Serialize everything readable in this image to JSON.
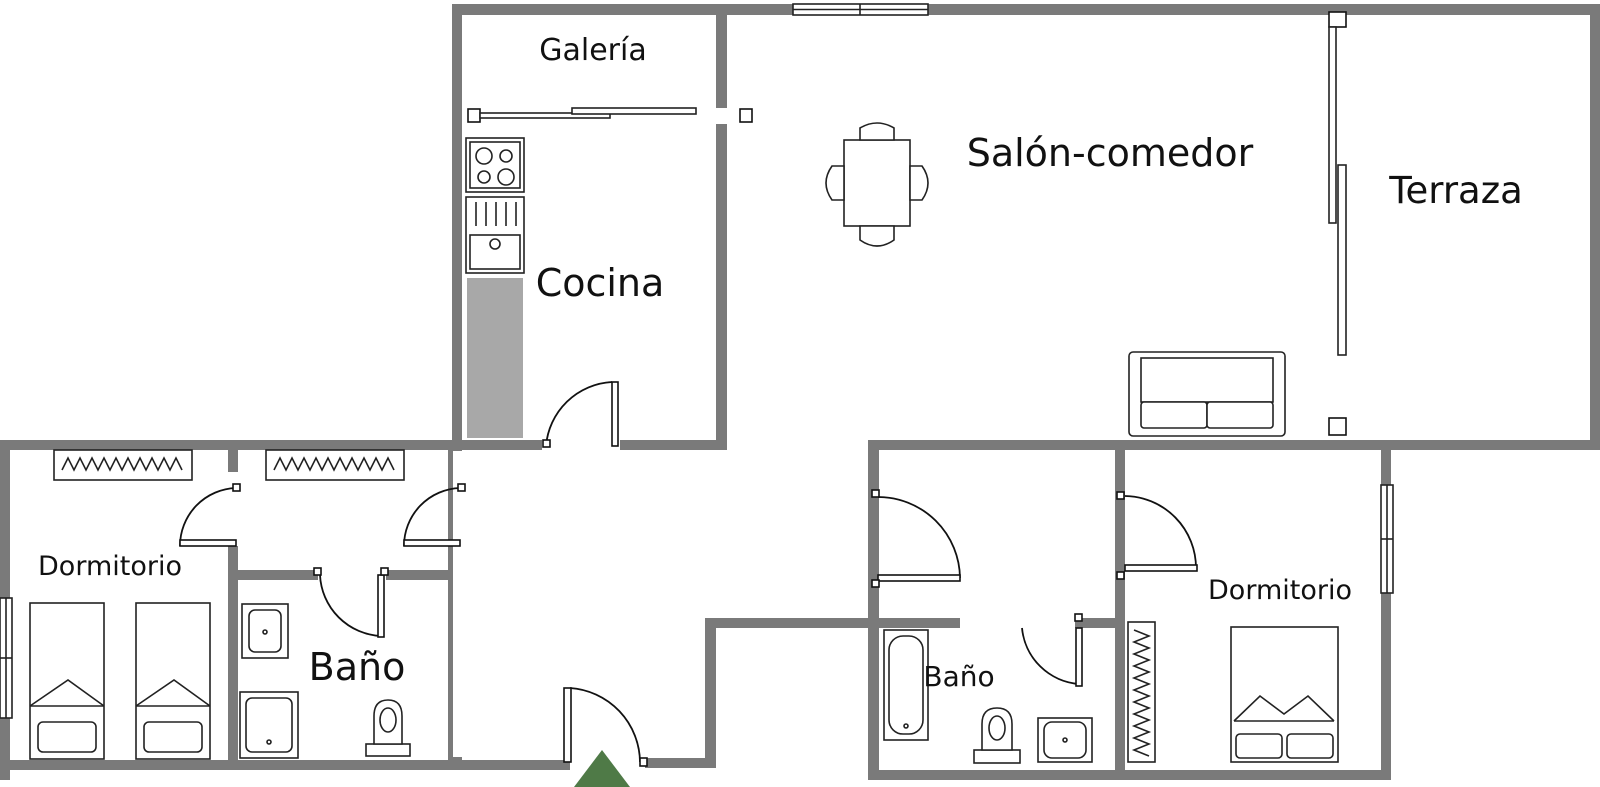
{
  "rooms": {
    "galeria": "Galería",
    "salon_comedor": "Salón-comedor",
    "terraza": "Terraza",
    "cocina": "Cocina",
    "dormitorio_left": "Dormitorio",
    "bano_left": "Baño",
    "bano_right": "Baño",
    "dormitorio_right": "Dormitorio"
  },
  "colors": {
    "wall": "#7a7a7a",
    "counter": "#a8a8a8",
    "entrance_marker": "#4f7a47"
  },
  "icons": [
    "table-icon",
    "chair-icon",
    "sofa-icon",
    "cooktop-icon",
    "sink-icon",
    "bed-icon",
    "toilet-icon",
    "bathtub-icon",
    "shower-icon",
    "washbasin-icon",
    "radiator-icon",
    "door-icon",
    "window-icon",
    "wardrobe-icon",
    "entrance-arrow-icon"
  ]
}
